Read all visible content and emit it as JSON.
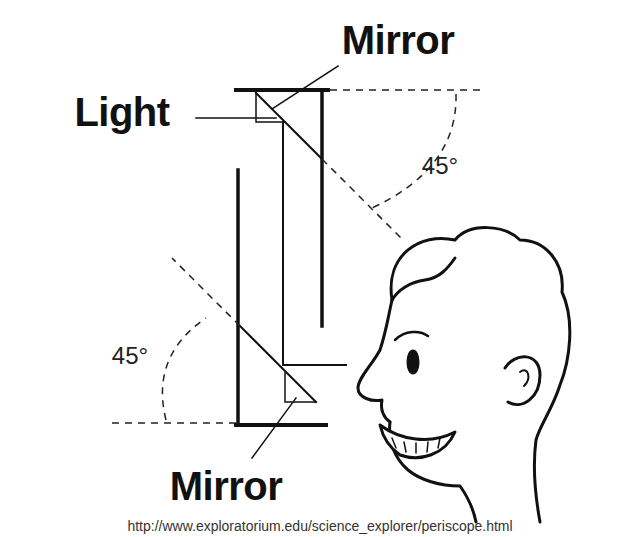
{
  "diagram": {
    "caption": "http://www.exploratorium.edu/science_explorer/periscope.html",
    "labels": [
      "Mirror",
      "Light",
      "45°",
      "45°",
      "Mirror"
    ]
  }
}
